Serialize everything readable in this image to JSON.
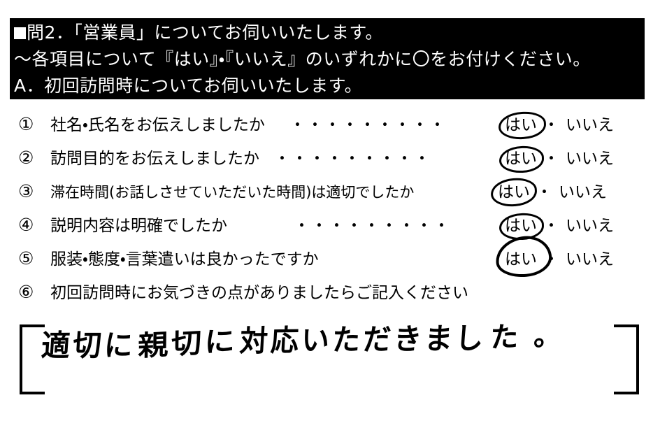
{
  "header": {
    "bullet_icon": "filled-square",
    "line1": "問2．「営業員」についてお伺いいたします。",
    "line2": "〜各項目について『はい』・『いいえ』のいずれかに〇をお付けください。",
    "line3": "A．初回訪問時についてお伺いいたします。"
  },
  "answers": {
    "yes_label": "はい",
    "no_label": "いいえ",
    "separator": "・"
  },
  "questions": [
    {
      "number": "①",
      "text": "社名・氏名をお伝えしましたか",
      "leader": "・・・・・・・・・",
      "has_answer": true,
      "selected": "はい"
    },
    {
      "number": "②",
      "text": "訪問目的をお伝えしましたか",
      "leader": "・・・・・・・・・",
      "has_answer": true,
      "selected": "はい"
    },
    {
      "number": "③",
      "text": "滞在時間(お話しさせていただいた時間)は適切でしたか",
      "leader": "",
      "has_answer": true,
      "selected": "はい"
    },
    {
      "number": "④",
      "text": "説明内容は明確でしたか",
      "leader": "・・・・・・・・・",
      "has_answer": true,
      "selected": "はい"
    },
    {
      "number": "⑤",
      "text": "服装・態度・言葉遣いは良かったですか",
      "leader": "",
      "has_answer": true,
      "selected": "はい"
    },
    {
      "number": "⑥",
      "text": "初回訪問時にお気づきの点がありましたらご記入ください",
      "leader": "",
      "has_answer": false,
      "selected": ""
    }
  ],
  "comment": {
    "handwritten_text": "適切に 親切に 対応いただきました。",
    "part1": "適切に",
    "part2": "親切に",
    "part3": "対応いただきまし",
    "part4": "た 。"
  },
  "colors": {
    "ink": "#000000",
    "paper": "#ffffff",
    "header_bg": "#000000",
    "header_fg": "#ffffff"
  }
}
